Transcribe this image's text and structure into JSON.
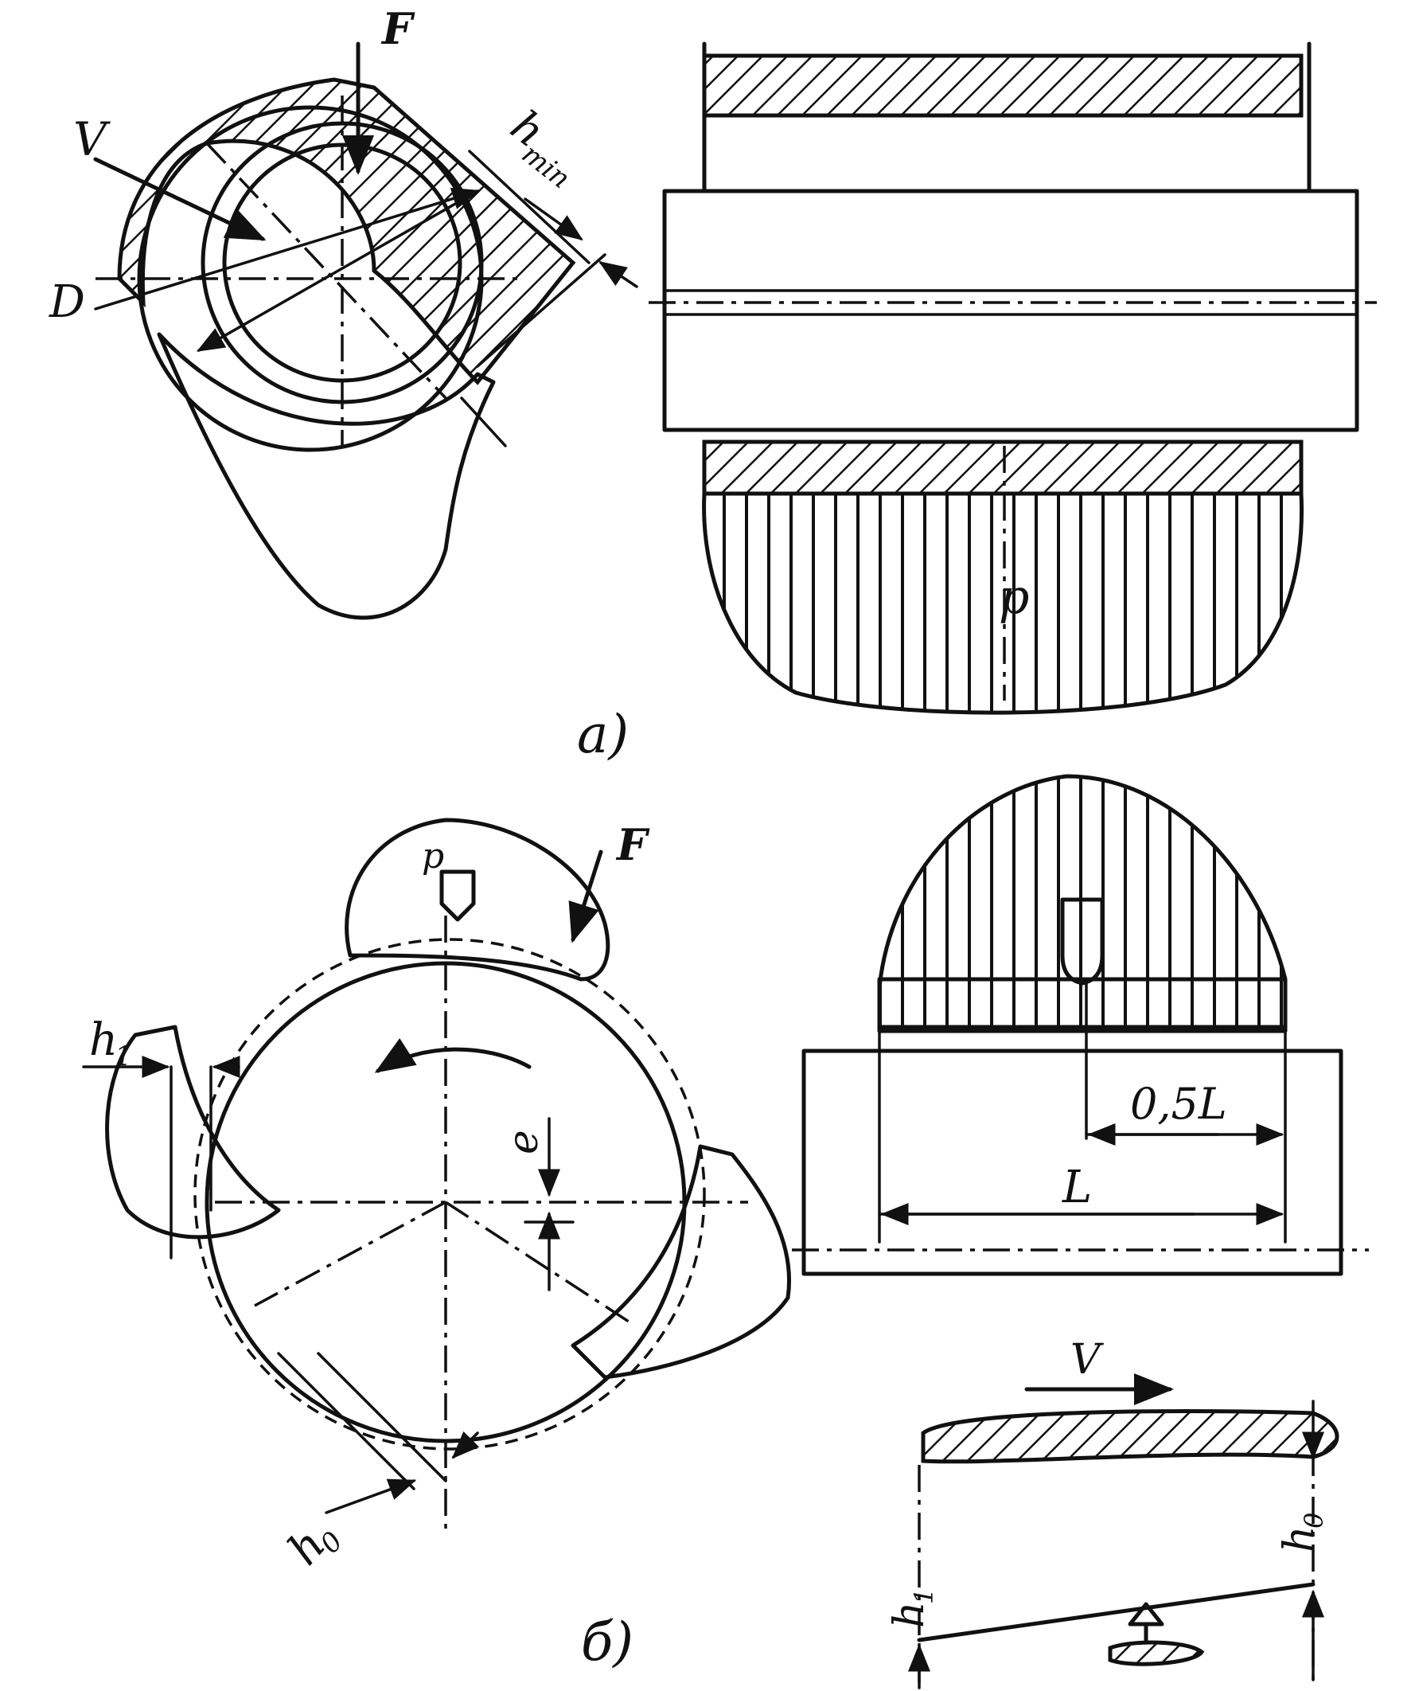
{
  "figure_a": {
    "caption": "а)",
    "labels": {
      "force": "F",
      "velocity": "V",
      "diameter": "D",
      "min_gap": "h",
      "min_gap_sub": "min",
      "pressure": "p"
    }
  },
  "figure_b": {
    "caption": "б)",
    "labels": {
      "force": "F",
      "pressure": "p",
      "inlet_gap": "h",
      "inlet_gap_sub": "1",
      "outlet_gap": "h",
      "outlet_gap_sub": "0",
      "eccentricity": "e",
      "half_length": "0,5L",
      "length": "L",
      "velocity": "V",
      "wedge_inlet": "h",
      "wedge_inlet_sub": "1",
      "wedge_outlet": "h",
      "wedge_outlet_sub": "0"
    }
  },
  "colors": {
    "ink": "#111111",
    "paper": "#ffffff"
  }
}
